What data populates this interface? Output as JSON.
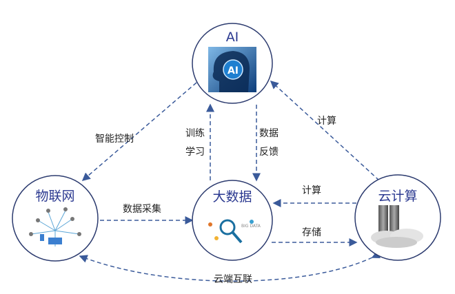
{
  "nodes": {
    "ai": {
      "title": "AI",
      "badge": "AI"
    },
    "iot": {
      "title": "物联网"
    },
    "bigdata": {
      "title": "大数据",
      "image_text": "BIG DATA"
    },
    "cloud": {
      "title": "云计算"
    }
  },
  "edges": {
    "ai_to_iot": "智能控制",
    "bigdata_to_ai_line1": "训练",
    "bigdata_to_ai_line2": "学习",
    "ai_to_bigdata_line1": "数据",
    "ai_to_bigdata_line2": "反馈",
    "cloud_to_ai": "计算",
    "iot_to_bigdata": "数据采集",
    "cloud_to_bigdata": "计算",
    "bigdata_to_cloud": "存储",
    "iot_cloud": "云端互联"
  },
  "colors": {
    "circle": "#2b3a6e",
    "arrow": "#3a5a9a",
    "title": "#2b3990"
  }
}
